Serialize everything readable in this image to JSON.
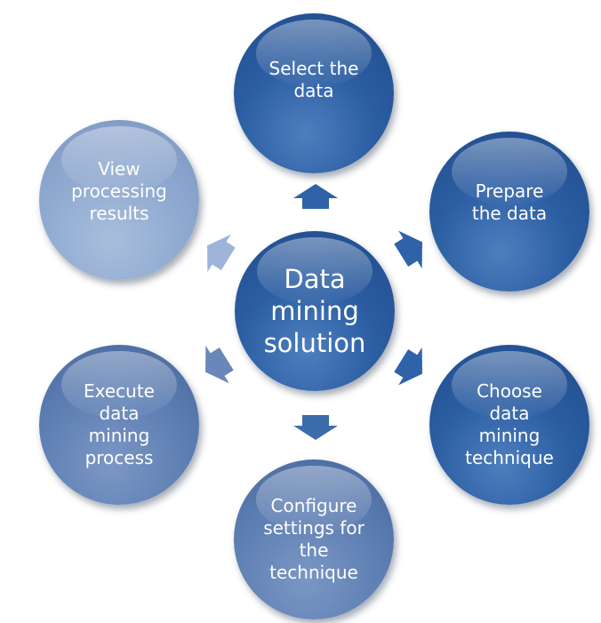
{
  "diagram": {
    "center": {
      "label": "Data\nmining\nsolution",
      "color": "#2c5ea3"
    },
    "steps": [
      {
        "label": "Select the\ndata"
      },
      {
        "label": "Prepare\nthe data"
      },
      {
        "label": "Choose\ndata\nmining\ntechnique"
      },
      {
        "label": "Configure\nsettings for\nthe\ntechnique"
      },
      {
        "label": "Execute\ndata\nmining\nprocess"
      },
      {
        "label": "View\nprocessing\nresults"
      }
    ],
    "arrow_colors": {
      "dark": "#2f62a8",
      "mid": "#6a87bb",
      "light": "#9eb4d8"
    }
  }
}
